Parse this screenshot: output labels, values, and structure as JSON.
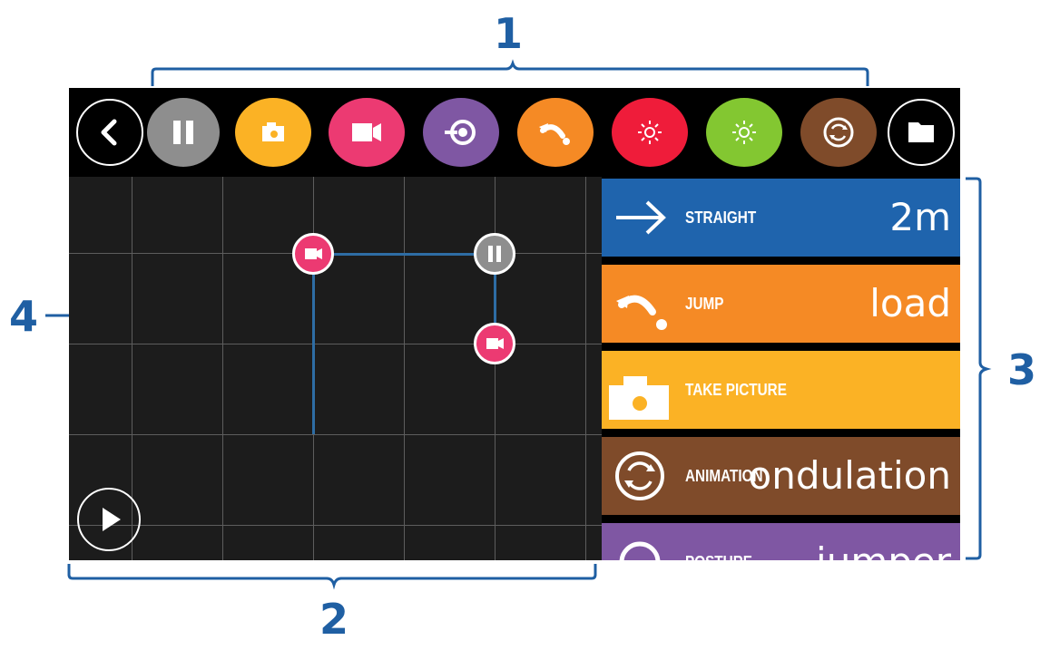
{
  "callouts": {
    "toolbar_number": "1",
    "grid_number": "2",
    "list_number": "3",
    "path_number": "4"
  },
  "toolbar": {
    "buttons": [
      {
        "icon": "back-chevron-icon",
        "color": "#000000"
      },
      {
        "icon": "pause-icon",
        "color": "#8e8e8e"
      },
      {
        "icon": "camera-icon",
        "color": "#fbb225"
      },
      {
        "icon": "video-camera-icon",
        "color": "#ec3a72"
      },
      {
        "icon": "posture-icon",
        "color": "#7f57a3"
      },
      {
        "icon": "jump-icon",
        "color": "#f58a25"
      },
      {
        "icon": "light-red-icon",
        "color": "#ef1c3a"
      },
      {
        "icon": "light-green-icon",
        "color": "#83c731"
      },
      {
        "icon": "animation-icon",
        "color": "#7f4b2a"
      },
      {
        "icon": "folder-icon",
        "color": "#000000"
      }
    ]
  },
  "grid": {
    "nodes": [
      {
        "icon": "video-camera-icon",
        "color": "#ec3a72"
      },
      {
        "icon": "pause-icon",
        "color": "#8e8e8e"
      },
      {
        "icon": "video-camera-icon",
        "color": "#ec3a72"
      }
    ],
    "path_color": "#2e6da4",
    "play_icon": "play-icon"
  },
  "actions": [
    {
      "label": "STRAIGHT",
      "value": "2m",
      "color": "#1f64ad",
      "icon": "arrow-right-icon"
    },
    {
      "label": "JUMP",
      "value": "load",
      "color": "#f58a25",
      "icon": "jump-icon"
    },
    {
      "label": "TAKE PICTURE",
      "value": "",
      "color": "#fbb225",
      "icon": "camera-icon"
    },
    {
      "label": "ANIMATION",
      "value": "ondulation",
      "color": "#7f4b2a",
      "icon": "animation-icon"
    },
    {
      "label": "POSTURE",
      "value": "jumper",
      "color": "#7f57a3",
      "icon": "posture-icon"
    }
  ]
}
